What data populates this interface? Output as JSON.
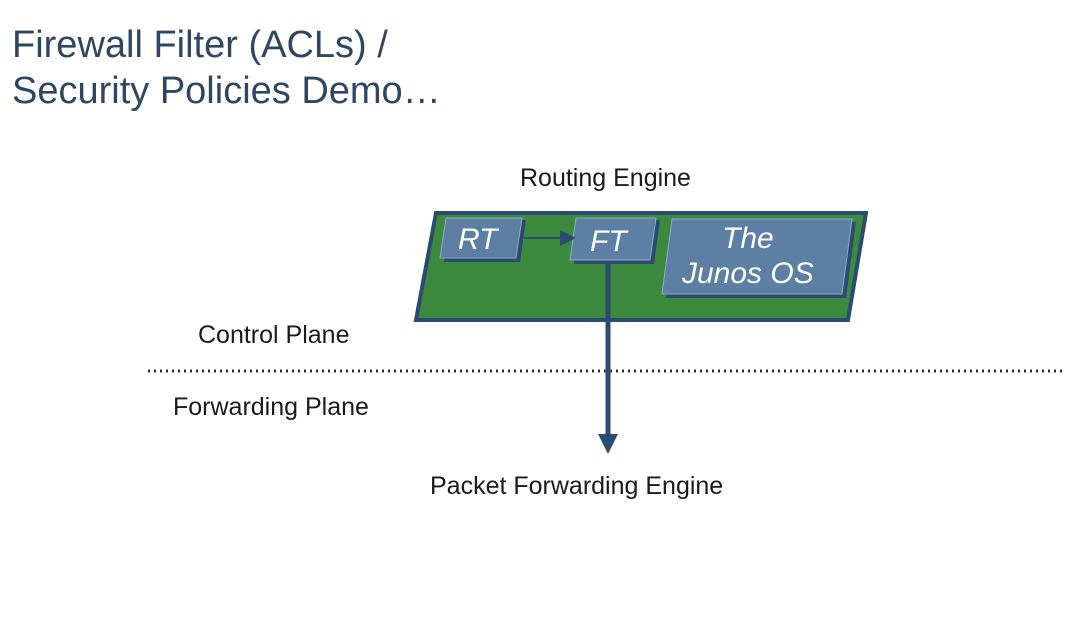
{
  "slide": {
    "title_line1": "Firewall Filter (ACLs) /",
    "title_line2": "Security Policies Demo…"
  },
  "diagram": {
    "routing_engine_label": "Routing Engine",
    "control_plane_label": "Control Plane",
    "forwarding_plane_label": "Forwarding Plane",
    "pfe_label": "Packet Forwarding Engine",
    "rt_label": "RT",
    "ft_label": "FT",
    "junos_line1": "The",
    "junos_line2": "Junos OS",
    "colors": {
      "title": "#2f4663",
      "engine_green": "#3c8a3e",
      "engine_border": "#2c4b70",
      "box_fill": "#5c7fa3",
      "box_border": "#2c4b70",
      "arrow": "#2c4b70",
      "divider": "#333333"
    }
  }
}
